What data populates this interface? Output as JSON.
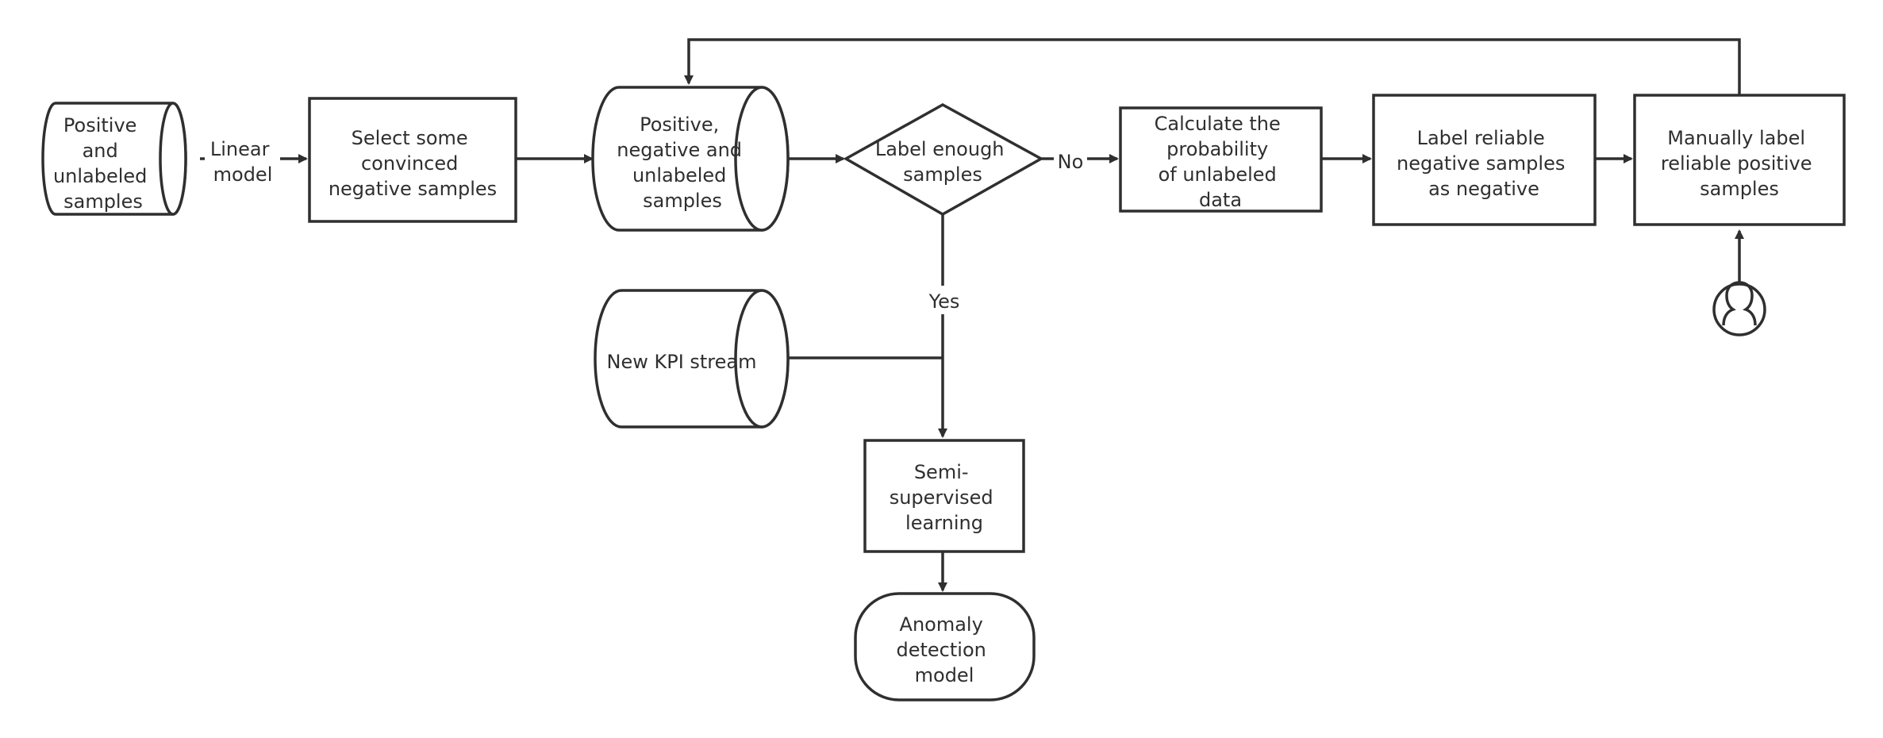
{
  "nodes": {
    "pu_samples": {
      "lines": [
        "Positive",
        "and",
        "unlabeled",
        "samples"
      ]
    },
    "select_negative": {
      "lines": [
        "Select some",
        "convinced",
        "negative samples"
      ]
    },
    "pnu_samples": {
      "lines": [
        "Positive,",
        "negative and",
        "unlabeled",
        "samples"
      ]
    },
    "label_enough": {
      "lines": [
        "Label enough",
        "samples"
      ]
    },
    "calc_probability": {
      "lines": [
        "Calculate the",
        "probability",
        "of unlabeled",
        "data"
      ]
    },
    "label_reliable_negative": {
      "lines": [
        "Label reliable",
        "negative samples",
        "as negative"
      ]
    },
    "manual_label_positive": {
      "lines": [
        "Manually label",
        "reliable positive",
        "samples"
      ]
    },
    "new_kpi_stream": {
      "lines": [
        "New KPI stream"
      ]
    },
    "semi_supervised": {
      "lines": [
        "Semi-",
        "supervised",
        "learning"
      ]
    },
    "anomaly_model": {
      "lines": [
        "Anomaly",
        "detection",
        "model"
      ]
    }
  },
  "edges": {
    "linear_model": {
      "lines": [
        "Linear",
        "model"
      ]
    },
    "no": "No",
    "yes": "Yes"
  },
  "icons": {
    "human": "user-icon"
  },
  "colors": {
    "stroke": "#2f2f2f",
    "fill": "#ffffff",
    "text": "#2f2f2f"
  }
}
